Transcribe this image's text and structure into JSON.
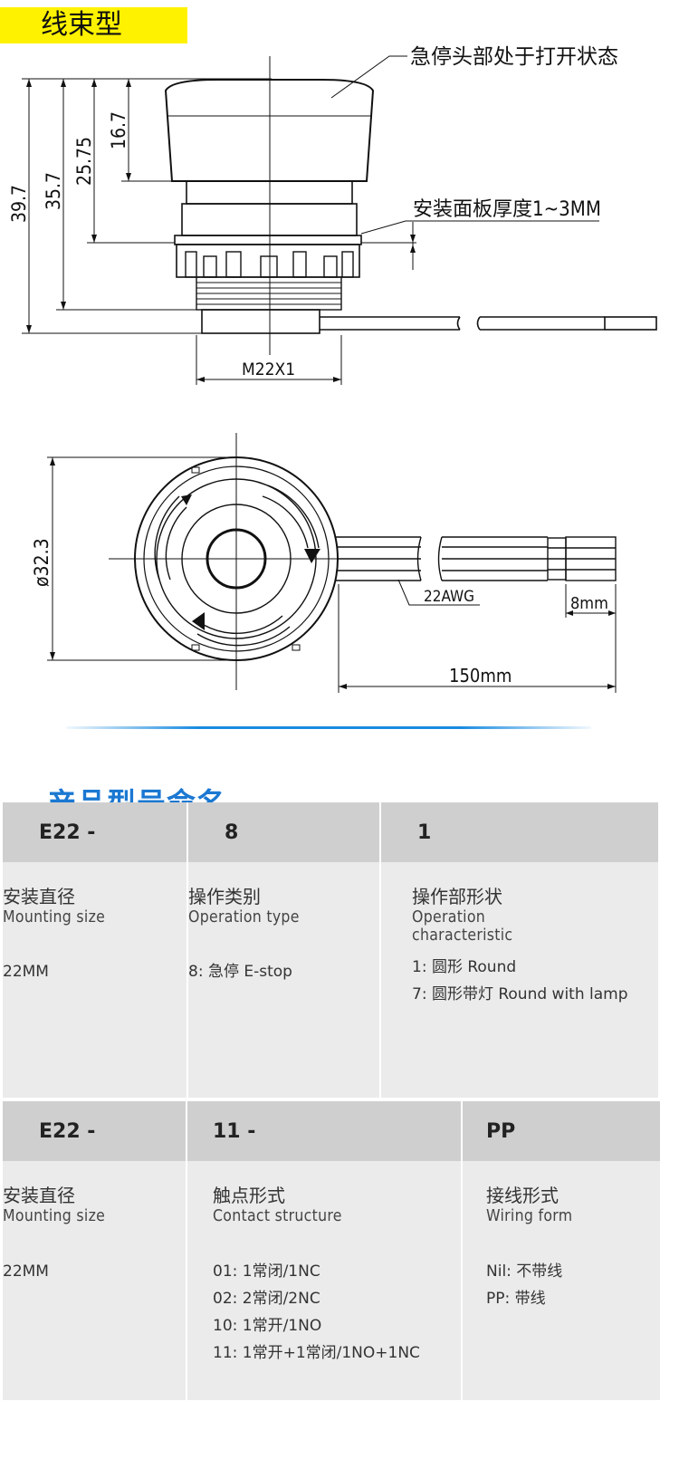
{
  "section_tag": "线束型",
  "drawing_side": {
    "callout_head": "急停头部处于打开状态",
    "callout_panel": "安装面板厚度1~3MM",
    "dim_39_7": "39.7",
    "dim_35_7": "35.7",
    "dim_25_75": "25.75",
    "dim_16_7": "16.7",
    "dim_thread": "M22X1"
  },
  "drawing_top": {
    "dim_diameter": "ø32.3",
    "dim_awg": "22AWG",
    "dim_strip": "8mm",
    "dim_length": "150mm"
  },
  "naming_title": "产品型号命名",
  "table1": {
    "headers": [
      "E22 -",
      "8",
      "1"
    ],
    "cols": [
      {
        "cn": "安装直径",
        "en": "Mounting  size",
        "opts": [
          "22MM"
        ]
      },
      {
        "cn": "操作类别",
        "en": "Operation type",
        "opts": [
          "8: 急停 E-stop"
        ]
      },
      {
        "cn": "操作部形状",
        "en": "Operation characteristic",
        "opts": [
          "1: 圆形 Round",
          "7: 圆形带灯 Round with lamp"
        ]
      }
    ]
  },
  "table2": {
    "headers": [
      "E22 -",
      "11 -",
      "PP"
    ],
    "cols": [
      {
        "cn": "安装直径",
        "en": "Mounting  size",
        "opts": [
          "22MM"
        ]
      },
      {
        "cn": "触点形式",
        "en": "Contact structure",
        "opts": [
          "01: 1常闭/1NC",
          "02: 2常闭/2NC",
          "10: 1常开/1NO",
          "11: 1常开+1常闭/1NO+1NC"
        ]
      },
      {
        "cn": "接线形式",
        "en": "Wiring form",
        "opts": [
          "Nil: 不带线",
          "PP: 带线"
        ]
      }
    ]
  }
}
